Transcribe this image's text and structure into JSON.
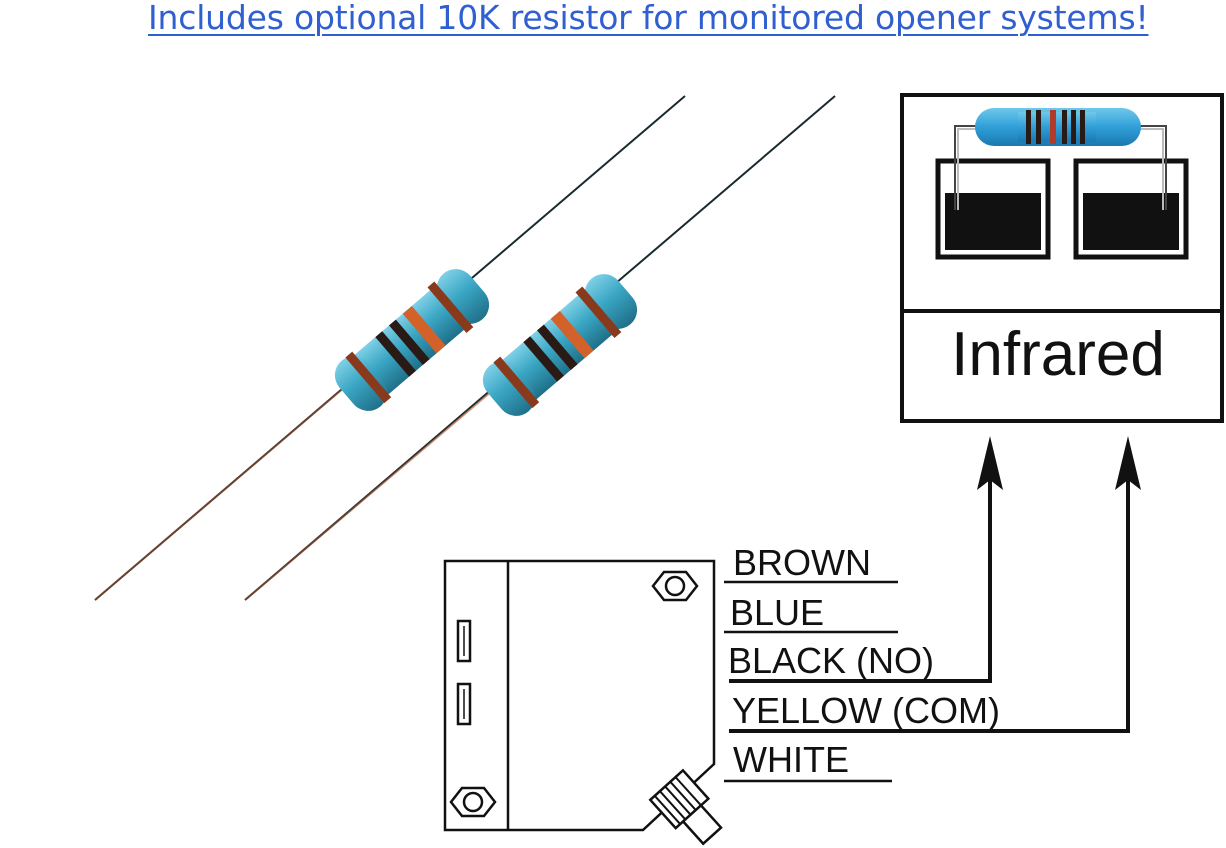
{
  "headline": "Includes optional 10K resistor for monitored opener systems!",
  "box": {
    "label": "Infrared"
  },
  "wires": [
    {
      "label": "BROWN"
    },
    {
      "label": "BLUE"
    },
    {
      "label": "BLACK (NO)"
    },
    {
      "label": "YELLOW (COM)"
    },
    {
      "label": "WHITE"
    }
  ],
  "colors": {
    "link": "#2f5fd0",
    "resistor_body": "#3aa6c4",
    "band_dark": "#2a1a16",
    "band_brown": "#8a3a1c",
    "band_orange": "#d2622a",
    "line": "#111111"
  }
}
